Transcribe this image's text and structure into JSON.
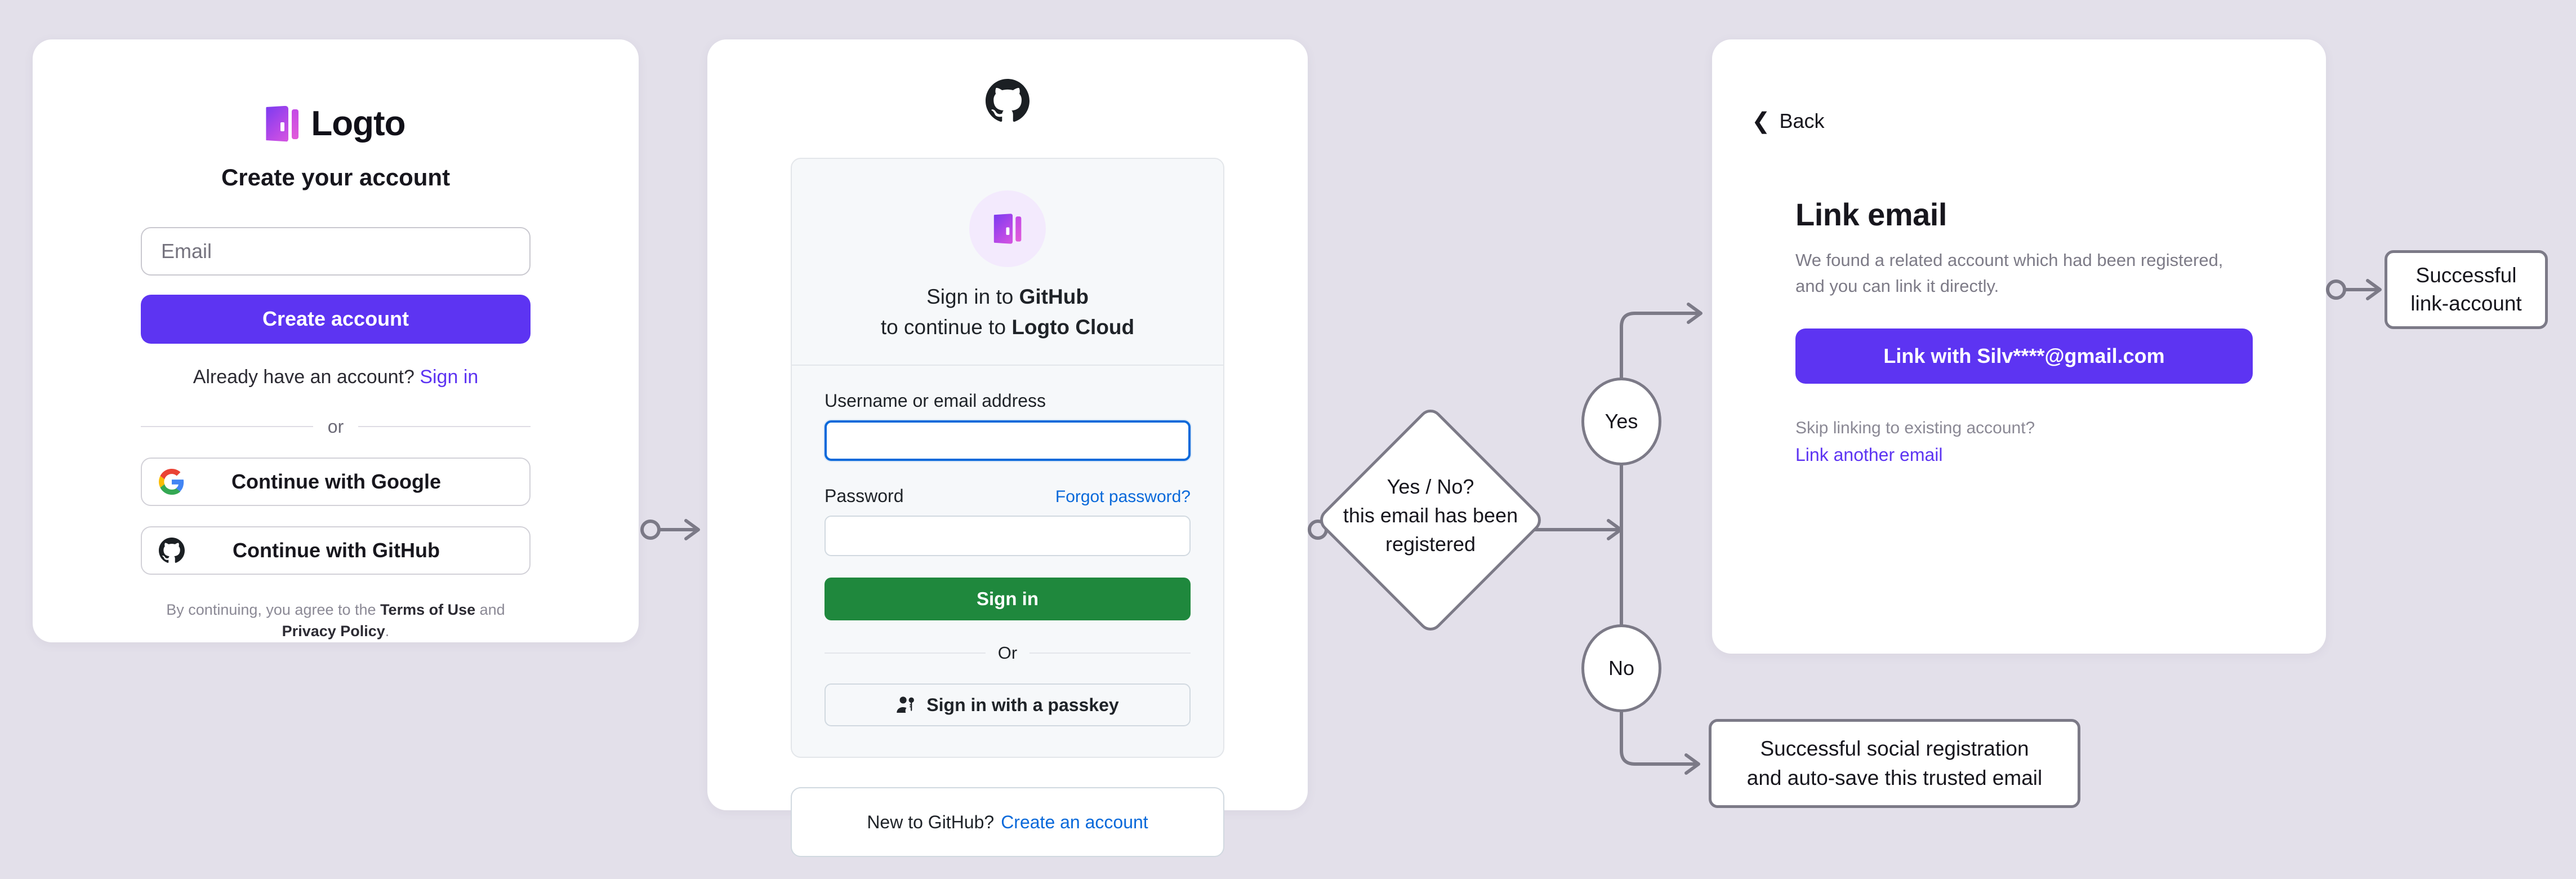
{
  "background_color": "#e3e0ea",
  "accent_color": "#5d34f2",
  "github_green": "#1f883d",
  "github_blue": "#0969da",
  "connector_color": "#7c7a87",
  "signup_card": {
    "brand": "Logto",
    "title": "Create your account",
    "email_placeholder": "Email",
    "create_account_button": "Create account",
    "already_have_prefix": "Already have an account?",
    "sign_in_link": "Sign in",
    "divider": "or",
    "social": [
      {
        "label": "Continue with Google",
        "icon": "google-icon"
      },
      {
        "label": "Continue with GitHub",
        "icon": "github-icon"
      }
    ],
    "legal_prefix": "By continuing, you agree to the",
    "legal_terms": "Terms of Use",
    "legal_and": "and",
    "legal_privacy": "Privacy Policy",
    "legal_period": "."
  },
  "github_card": {
    "logo_icon": "github-icon",
    "avatar_icon": "logto-door-icon",
    "heading_line1_prefix": "Sign in to ",
    "heading_line1_strong": "GitHub",
    "heading_line2_prefix": "to continue to ",
    "heading_line2_strong": "Logto Cloud",
    "username_label": "Username or email address",
    "username_value": "",
    "password_label": "Password",
    "password_value": "",
    "forgot_password": "Forgot password?",
    "sign_in_button": "Sign in",
    "divider": "Or",
    "passkey_button": "Sign in with a passkey",
    "passkey_icon": "passkey-person-key-icon",
    "new_to_github": "New to GitHub?",
    "create_account_link": "Create an account"
  },
  "link_email_card": {
    "back_label": "Back",
    "back_icon": "chevron-left-icon",
    "title": "Link email",
    "description": "We found a related account which had been registered, and you can link it directly.",
    "link_button": "Link with Silv****@gmail.com",
    "skip_text": "Skip linking to existing account?",
    "another_email_link": "Link another email"
  },
  "flow": {
    "decision_line1": "Yes / No?",
    "decision_line2": "this email has been",
    "decision_line3": "registered",
    "yes_label": "Yes",
    "no_label": "No",
    "outcome_link_line1": "Successful",
    "outcome_link_line2": "link-account",
    "outcome_social_line1": "Successful social registration",
    "outcome_social_line2": "and auto-save this trusted email"
  }
}
